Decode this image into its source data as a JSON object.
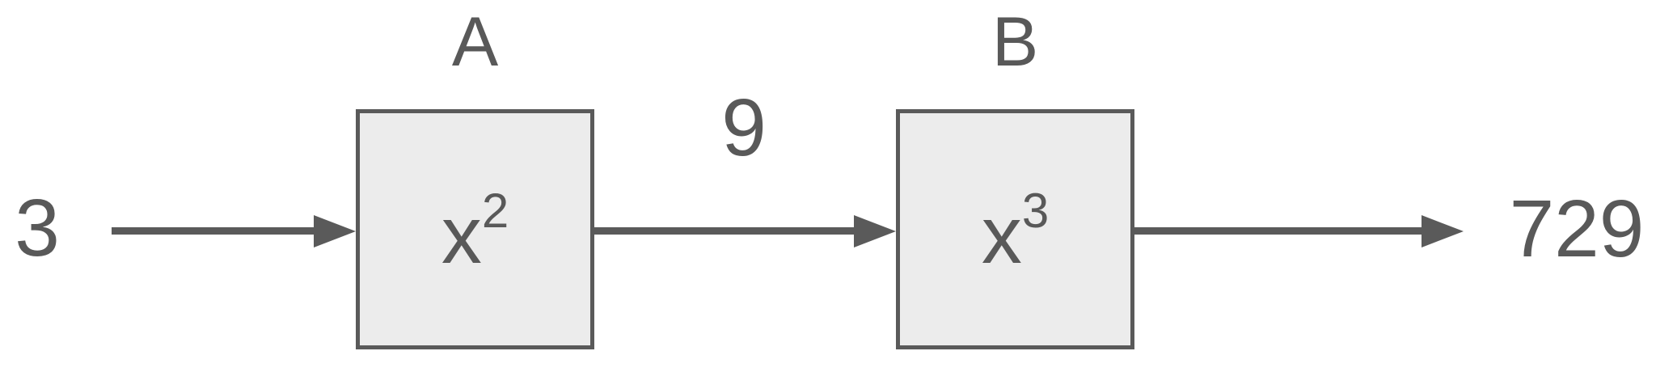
{
  "diagram": {
    "input_value": "3",
    "intermediate_value": "9",
    "output_value": "729",
    "machines": [
      {
        "label": "A",
        "function_base": "x",
        "function_exponent": "2"
      },
      {
        "label": "B",
        "function_base": "x",
        "function_exponent": "3"
      }
    ],
    "colors": {
      "stroke": "#5a5a5a",
      "text": "#595959",
      "box_fill": "#ececec",
      "background": "#ffffff"
    }
  }
}
